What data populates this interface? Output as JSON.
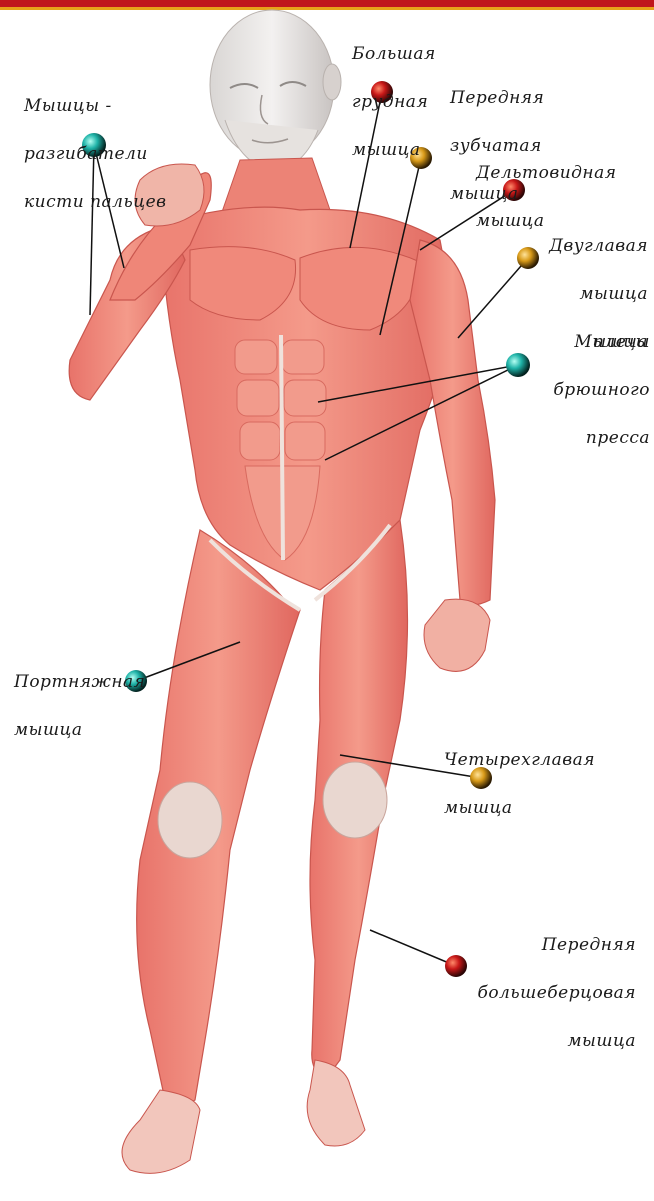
{
  "colors": {
    "top_bar": "#c0161c",
    "top_bar_stripe": "#e7a21a",
    "muscle": "#f08878",
    "muscle_dark": "#d75e55",
    "tendon": "#ead9d2",
    "pin_red": "#c81818",
    "pin_gold": "#d89a18",
    "pin_teal": "#1fb3a8",
    "leader_line": "#111111"
  },
  "labels": {
    "pectoralis_major": [
      "Большая",
      "грудная",
      "мышца"
    ],
    "serratus_anterior": [
      "Передняя",
      "зубчатая",
      "мышца"
    ],
    "extensors": [
      "Мышцы -",
      "разгибатели",
      "кисти пальцев"
    ],
    "deltoid": [
      "Дельтовидная",
      "мышца"
    ],
    "biceps": [
      "Двуглавая",
      "мышца",
      "плеча"
    ],
    "abdominals": [
      "Мышцы",
      "брюшного",
      "пресса"
    ],
    "sartorius": [
      "Портняжная",
      "мышца"
    ],
    "quadriceps": [
      "Четырехглавая",
      "мышца"
    ],
    "tibialis_anterior": [
      "Передняя",
      "большеберцовая",
      "мышца"
    ]
  },
  "pin_icons": {
    "pectoralis_major": "red-pin-icon",
    "serratus_anterior": "gold-pin-icon",
    "deltoid": "red-pin-icon",
    "biceps": "gold-pin-icon",
    "abdominals": "teal-pin-icon",
    "extensors": "teal-pin-icon",
    "sartorius": "teal-pin-icon",
    "quadriceps": "gold-pin-icon",
    "tibialis_anterior": "red-pin-icon"
  }
}
